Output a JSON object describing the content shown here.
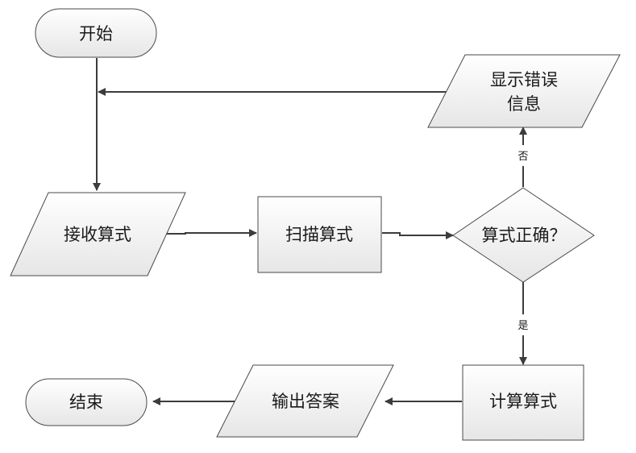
{
  "nodes": {
    "start": "开始",
    "receive": "接收算式",
    "scan": "扫描算式",
    "check": "算式正确？",
    "error": "显示错误",
    "error_line2": "信息",
    "compute": "计算算式",
    "output": "输出答案",
    "end": "结束"
  },
  "edge_labels": {
    "no": "否",
    "yes": "是"
  },
  "colors": {
    "fill_top": "#ffffff",
    "fill_bottom": "#e6e6e6",
    "stroke": "#4a4a4a",
    "arrow": "#3c3c3c"
  }
}
